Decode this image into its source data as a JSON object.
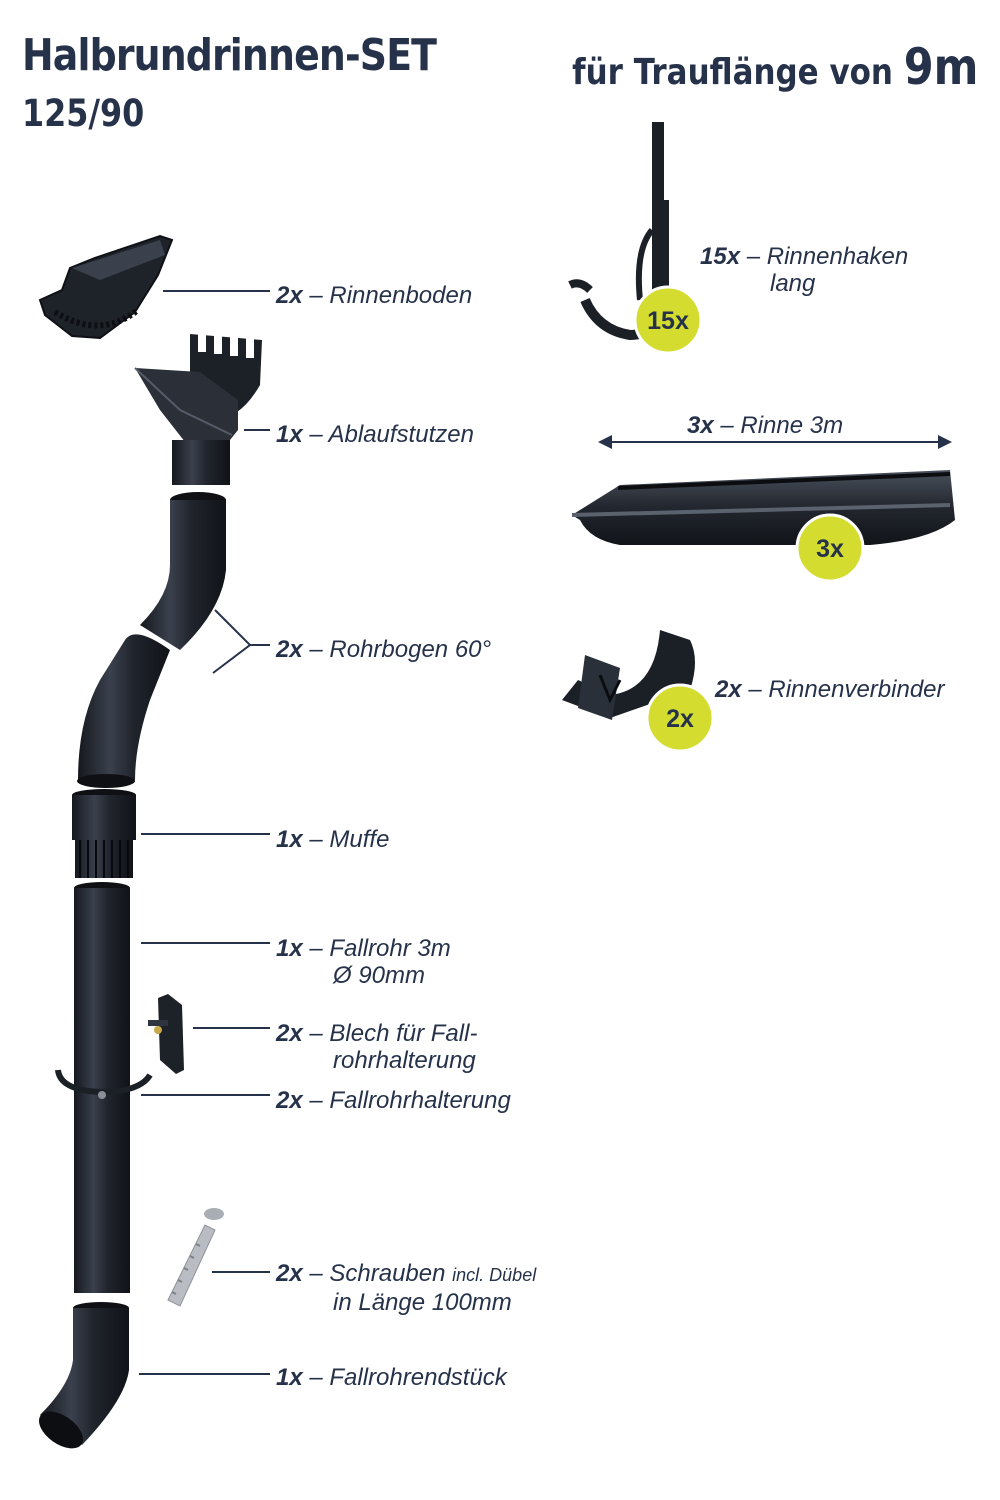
{
  "header": {
    "title": "Halbrundrinnen-SET",
    "subtitle": "125/90",
    "eaves_prefix": "für Trauflänge von",
    "eaves_value": "9m"
  },
  "parts": [
    {
      "qty": "2x",
      "name": "Rinnenboden"
    },
    {
      "qty": "1x",
      "name": "Ablaufstutzen"
    },
    {
      "qty": "2x",
      "name": "Rohrbogen 60°"
    },
    {
      "qty": "1x",
      "name": "Muffe"
    },
    {
      "qty": "1x",
      "name": "Fallrohr 3m",
      "line2": "Ø 90mm"
    },
    {
      "qty": "2x",
      "name": "Blech für Fall-",
      "line2": "rohrhalterung"
    },
    {
      "qty": "2x",
      "name": "Fallrohrhalterung"
    },
    {
      "qty": "2x",
      "name": "Schrauben",
      "note": "incl. Dübel",
      "line2": "in Länge 100mm"
    },
    {
      "qty": "1x",
      "name": "Fallrohrendstück"
    }
  ],
  "right_parts": [
    {
      "qty": "15x",
      "name": "Rinnenhaken",
      "line2": "lang",
      "badge": "15x"
    },
    {
      "qty": "3x",
      "name": "Rinne 3m",
      "badge": "3x"
    },
    {
      "qty": "2x",
      "name": "Rinnenverbinder",
      "badge": "2x"
    }
  ],
  "colors": {
    "text": "#26324a",
    "part": "#1f232b",
    "badge": "#d3dc2f"
  },
  "icons": [
    "gutter-end-cap-icon",
    "outlet-icon",
    "pipe-bend-icon",
    "sleeve-icon",
    "downpipe-icon",
    "bracket-plate-icon",
    "pipe-clamp-icon",
    "screw-dowel-icon",
    "pipe-end-piece-icon",
    "gutter-hook-icon",
    "gutter-icon",
    "gutter-connector-icon"
  ]
}
